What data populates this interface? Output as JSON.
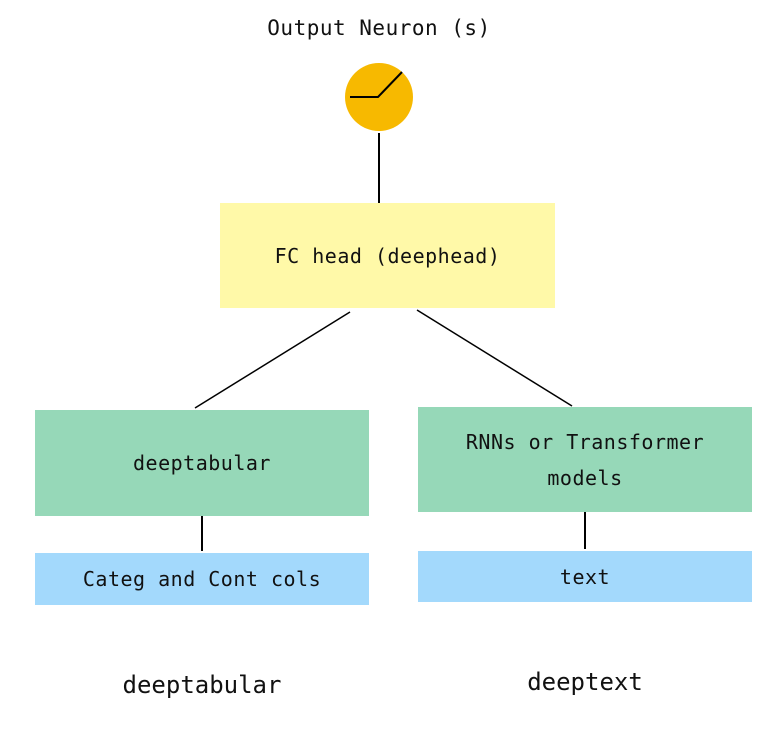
{
  "diagram": {
    "title": "Output Neuron (s)",
    "output_neuron": {
      "icon": "relu-activation-icon",
      "color": "#f7b900"
    },
    "head": {
      "label": "FC head (deephead)",
      "color": "#fff9a8"
    },
    "branches": [
      {
        "model_label_lines": [
          "deeptabular"
        ],
        "input_label": "Categ and Cont cols",
        "caption": "deeptabular"
      },
      {
        "model_label_lines": [
          "RNNs or Transformer",
          "models"
        ],
        "input_label": "text",
        "caption": "deeptext"
      }
    ],
    "colors": {
      "model_box": "#96d8b8",
      "input_box": "#a3d9fc",
      "connector": "#000000"
    }
  }
}
